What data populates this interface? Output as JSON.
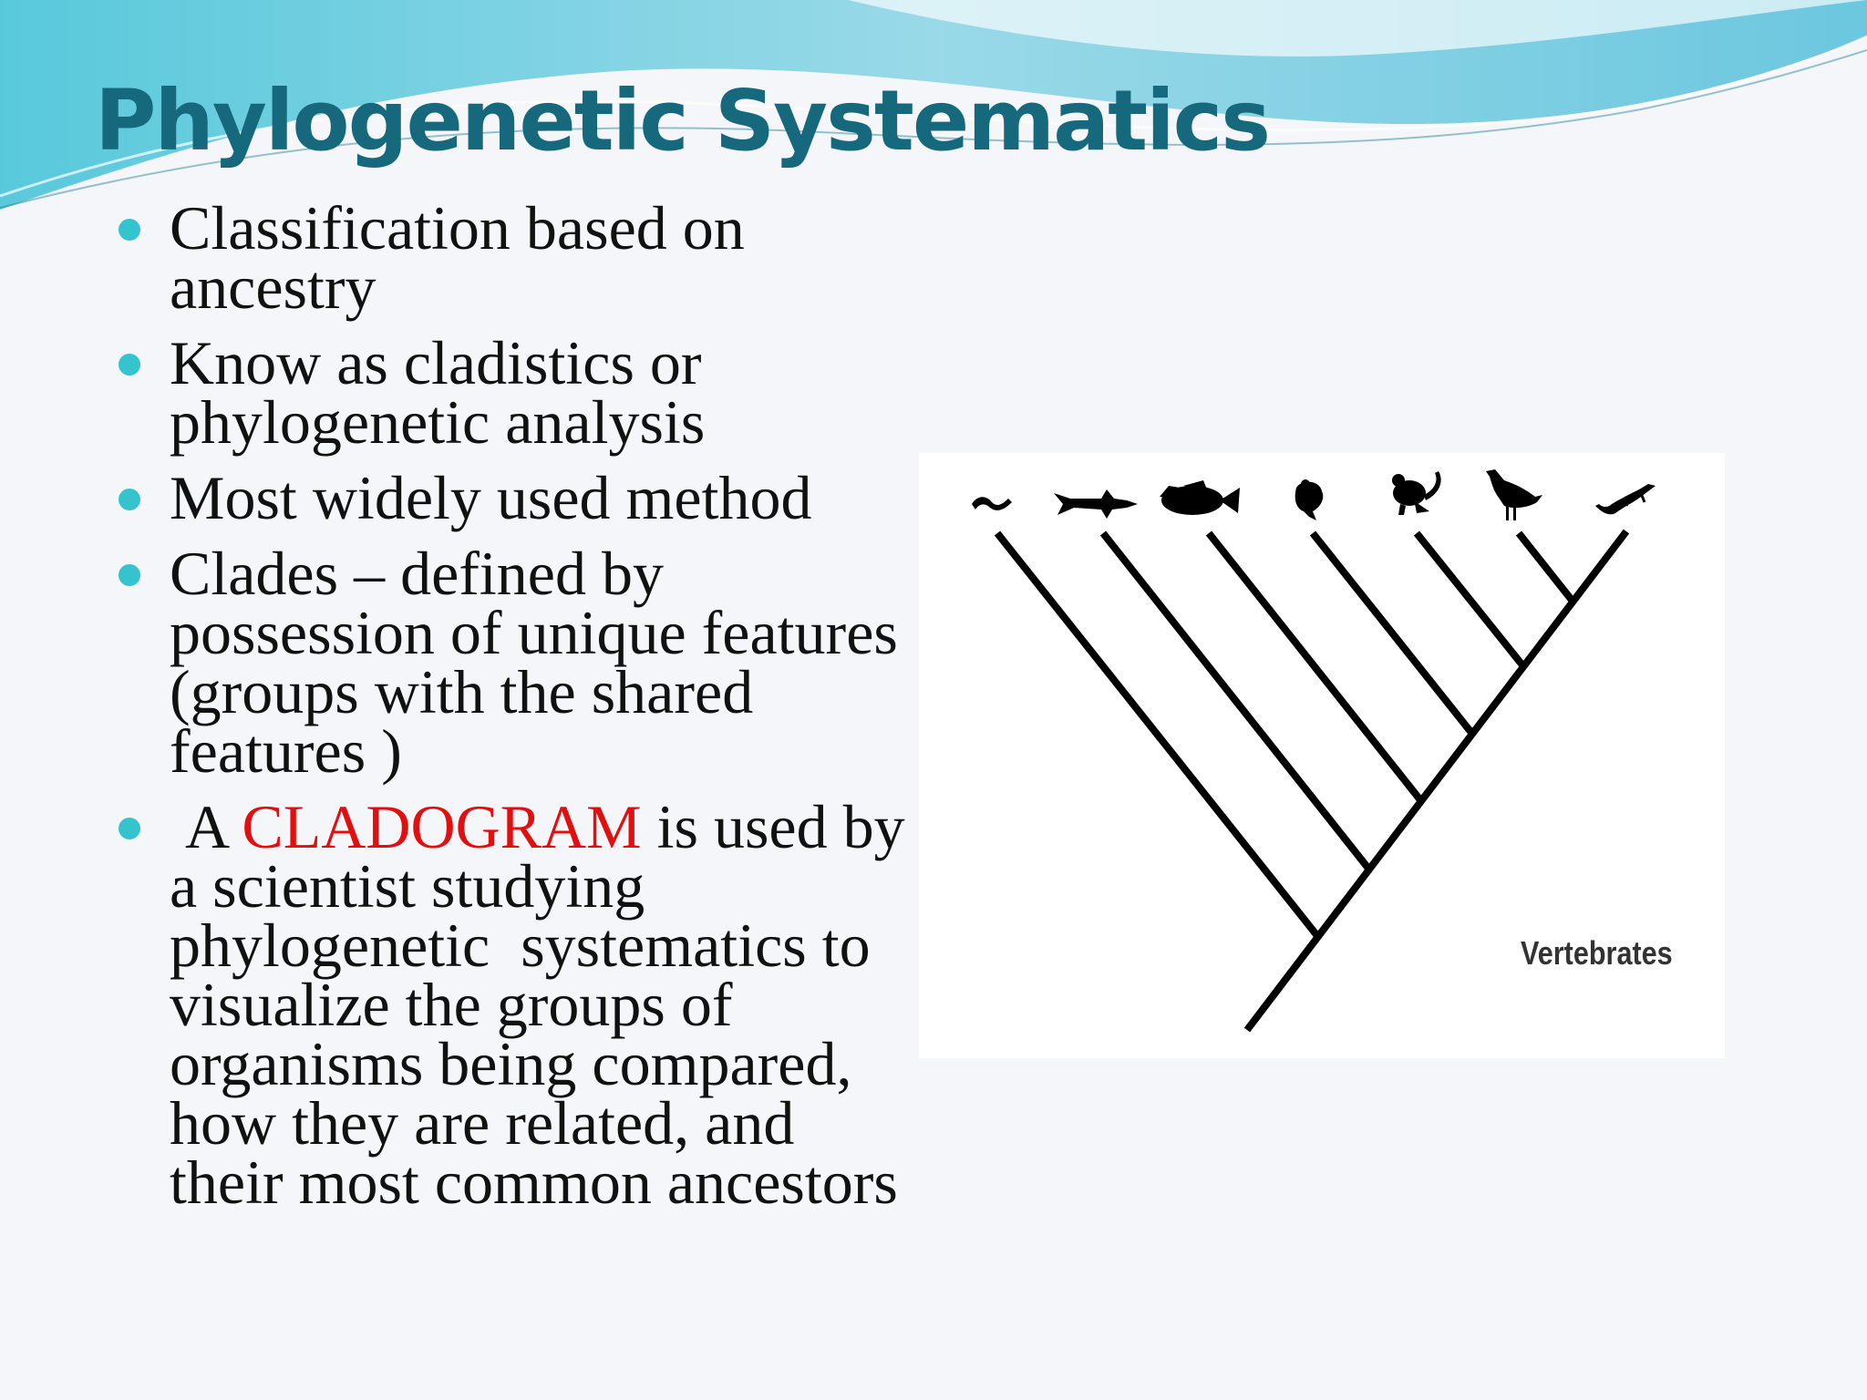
{
  "title": "Phylogenetic Systematics",
  "bullets": [
    {
      "text": "Classification based on ancestry"
    },
    {
      "text": "Know as cladistics or phylogenetic analysis"
    },
    {
      "text": "Most widely used method"
    },
    {
      "text": "Clades – defined by possession of unique features (groups with the shared features )"
    },
    {
      "before": " A ",
      "highlight": "CLADOGRAM",
      "after": " is used by a scientist studying phylogenetic  systematics to visualize the groups of organisms being compared, how they are related, and their most common ancestors"
    }
  ],
  "colors": {
    "title": "#16687c",
    "bullet_dot": "#35c3cd",
    "highlight": "#e01010"
  },
  "cladogram": {
    "label": "Vertebrates",
    "taxa_icons": [
      "lamprey-icon",
      "shark-icon",
      "fish-icon",
      "frog-icon",
      "mouse-icon",
      "bird-icon",
      "lizard-icon"
    ]
  }
}
